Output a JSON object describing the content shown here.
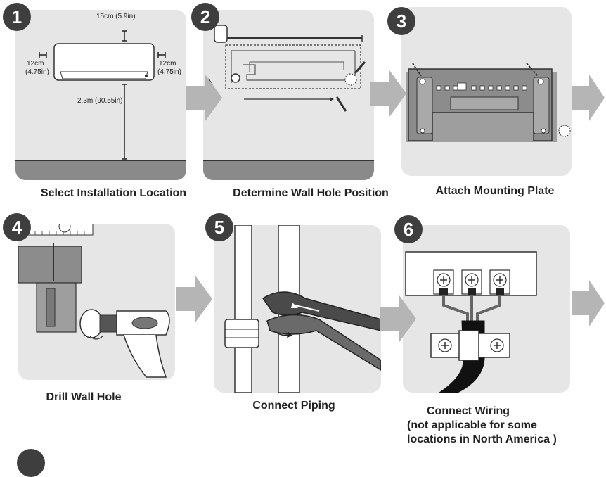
{
  "steps": [
    {
      "number": "1",
      "caption": "Select Installation Location"
    },
    {
      "number": "2",
      "caption": "Determine Wall Hole Position"
    },
    {
      "number": "3",
      "caption": "Attach Mounting Plate"
    },
    {
      "number": "4",
      "caption": "Drill Wall Hole"
    },
    {
      "number": "5",
      "caption": "Connect Piping"
    },
    {
      "number": "6",
      "caption_lines": [
        "Connect Wiring",
        "(not applicable for some",
        "locations in North America )"
      ]
    }
  ],
  "clearances": {
    "top": "15cm (5.9in)",
    "left_a": "12cm",
    "left_b": "(4.75in)",
    "right_a": "12cm",
    "right_b": "(4.75in)",
    "floor": "2.3m (90.55in)"
  },
  "colors": {
    "panel": "#e6e6e6",
    "badge": "#3e3e3e",
    "arrow": "#b5b5b5",
    "floor": "#8a8a8a"
  }
}
